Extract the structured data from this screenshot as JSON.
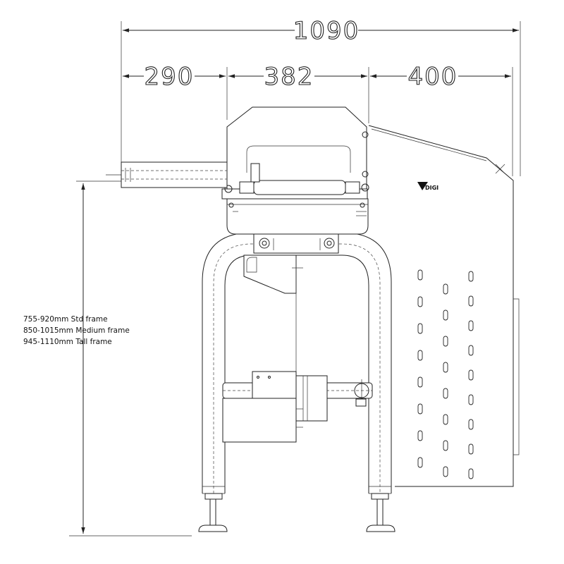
{
  "dimensions": {
    "overall_width": "1090",
    "segment_left": "290",
    "segment_middle": "382",
    "segment_right": "400"
  },
  "height_notes": [
    "755-920mm Std frame",
    "850-1015mm Medium frame",
    "945-1110mm Tall frame"
  ],
  "brand_mark": "DIGI",
  "vent_slots": {
    "column_1_count": 8,
    "column_2_count": 8,
    "column_3_count": 9
  }
}
